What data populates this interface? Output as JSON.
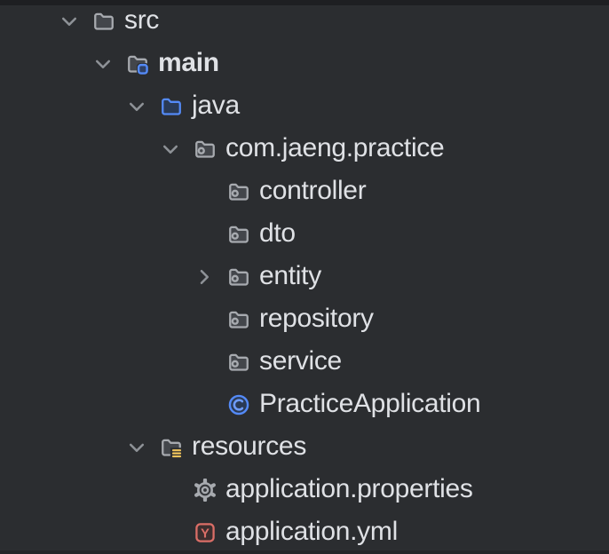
{
  "panel": {
    "name": "project-tree",
    "background": "#2b2d30",
    "text_color": "#dfe1e5"
  },
  "colors": {
    "accent_blue": "#548af7",
    "folder_stroke_gray": "#a7aaaf",
    "folder_fill_gray": "#43464b",
    "java_folder_fill": "#2a3a55",
    "resources_yellow": "#f2c55c",
    "yaml_red": "#db6e67",
    "chevron_gray": "#8e9297"
  },
  "tree": {
    "items": [
      {
        "label": "src",
        "level": 0,
        "state": "expanded",
        "icon": "folder-icon"
      },
      {
        "label": "main",
        "level": 1,
        "state": "expanded",
        "icon": "sources-root-folder-icon",
        "bold": true
      },
      {
        "label": "java",
        "level": 2,
        "state": "expanded",
        "icon": "source-folder-icon"
      },
      {
        "label": "com.jaeng.practice",
        "level": 3,
        "state": "expanded",
        "icon": "package-icon"
      },
      {
        "label": "controller",
        "level": 4,
        "state": "leaf",
        "icon": "package-icon"
      },
      {
        "label": "dto",
        "level": 4,
        "state": "leaf",
        "icon": "package-icon"
      },
      {
        "label": "entity",
        "level": 4,
        "state": "collapsed",
        "icon": "package-icon"
      },
      {
        "label": "repository",
        "level": 4,
        "state": "leaf",
        "icon": "package-icon"
      },
      {
        "label": "service",
        "level": 4,
        "state": "leaf",
        "icon": "package-icon"
      },
      {
        "label": "PracticeApplication",
        "level": 4,
        "state": "leaf",
        "icon": "java-class-icon"
      },
      {
        "label": "resources",
        "level": 2,
        "state": "expanded",
        "icon": "resources-folder-icon"
      },
      {
        "label": "application.properties",
        "level": 3,
        "state": "leaf",
        "icon": "properties-file-icon"
      },
      {
        "label": "application.yml",
        "level": 3,
        "state": "leaf",
        "icon": "yaml-file-icon"
      }
    ]
  }
}
